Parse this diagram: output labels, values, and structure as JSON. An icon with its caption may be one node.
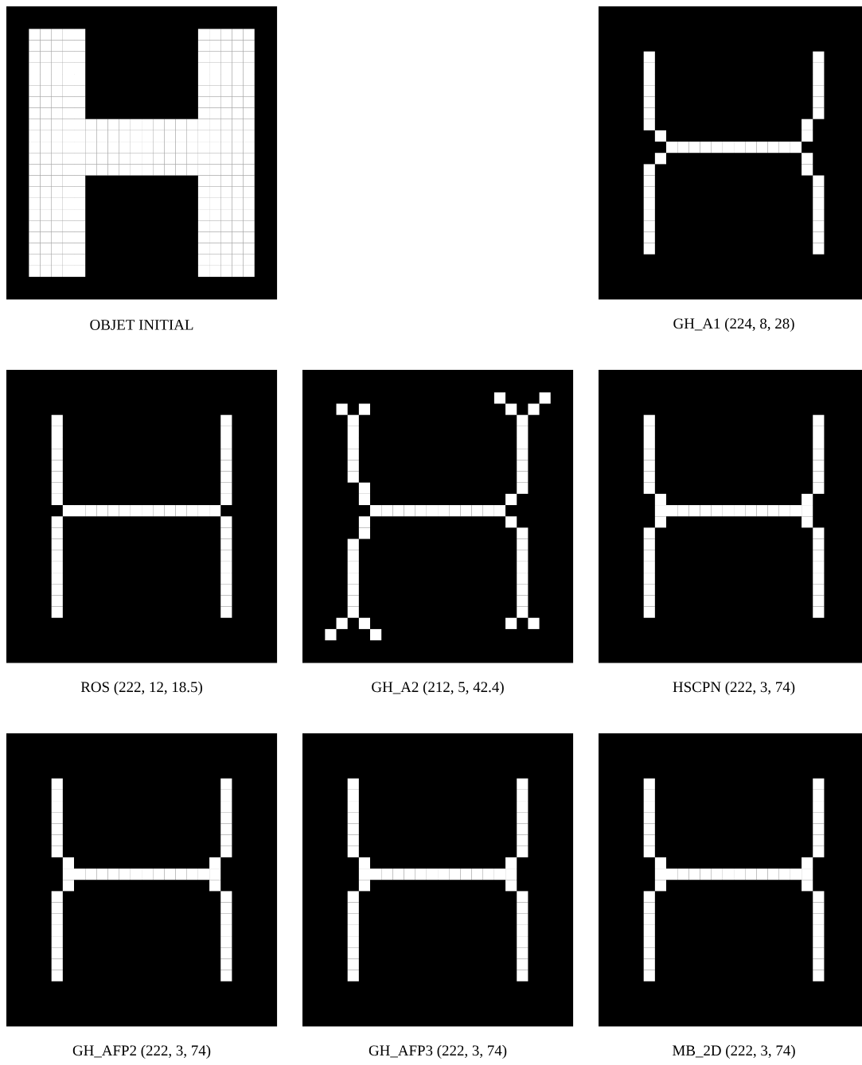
{
  "diagram": {
    "labels": [
      "OBJET INITIAL",
      "GH_A1 (224, 8, 28)",
      "ROS (222, 12, 18.5)",
      "GH_A2 (212, 5, 42.4)",
      "HSCPN (222, 3, 74)",
      "GH_AFP2 (222, 3, 74)",
      "GH_AFP3 (222, 3, 74)",
      "MB_2D (222, 3, 74)"
    ]
  }
}
